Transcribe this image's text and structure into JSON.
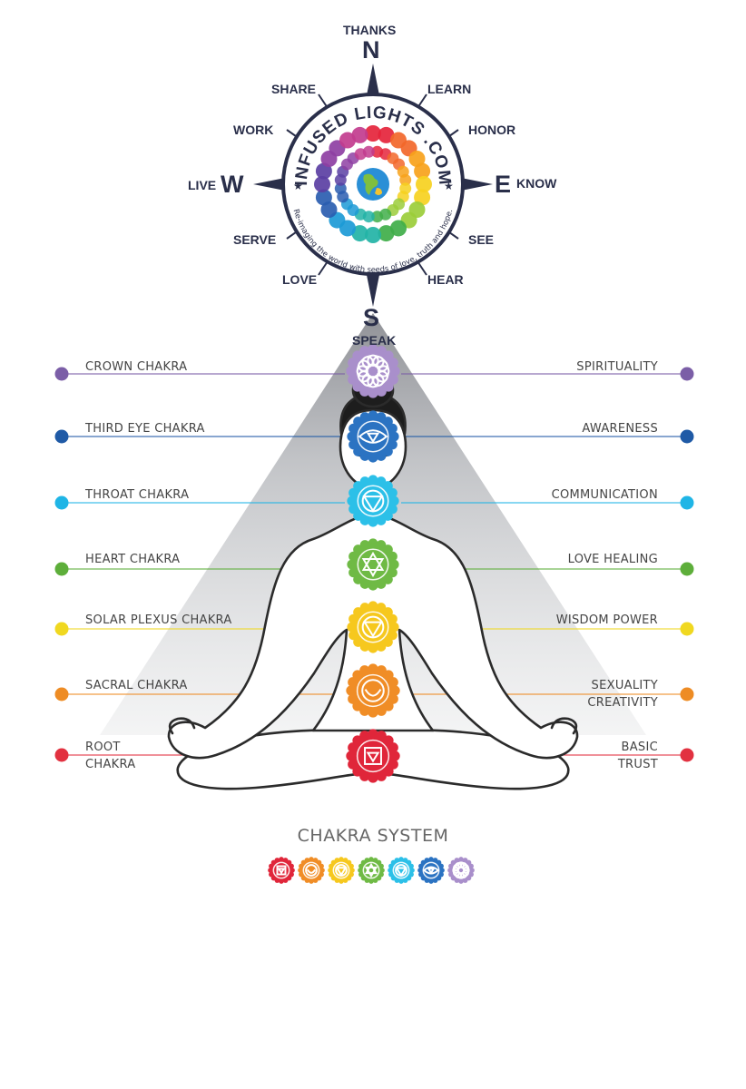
{
  "compass": {
    "directions": {
      "north": "N",
      "east": "E",
      "south": "S",
      "west": "W"
    },
    "words": {
      "thanks": "THANKS",
      "learn": "LEARN",
      "honor": "HONOR",
      "know": "KNOW",
      "see": "SEE",
      "hear": "HEAR",
      "speak": "SPEAK",
      "love": "LOVE",
      "serve": "SERVE",
      "live": "LIVE",
      "work": "WORK",
      "share": "SHARE"
    },
    "logo": {
      "brand": "INFUSED LIGHTS .COM",
      "tagline": "Re-imaging the world with seeds of love, truth and hope."
    },
    "colors": {
      "ink": "#2a2f4a"
    }
  },
  "chakras": [
    {
      "left_label": [
        "CROWN CHAKRA"
      ],
      "right_label": [
        "SPIRITUALITY"
      ],
      "color": "#7b5ea7",
      "fill": "#a98fcb",
      "icon": "lotus-icon"
    },
    {
      "left_label": [
        "THIRD EYE CHAKRA"
      ],
      "right_label": [
        "AWARENESS"
      ],
      "color": "#1f5aa6",
      "fill": "#2b73c2",
      "icon": "eye-icon"
    },
    {
      "left_label": [
        "THROAT CHAKRA"
      ],
      "right_label": [
        "COMMUNICATION"
      ],
      "color": "#1fb5e6",
      "fill": "#2cc0e8",
      "icon": "triangle-circle-icon"
    },
    {
      "left_label": [
        "HEART CHAKRA"
      ],
      "right_label": [
        "LOVE HEALING"
      ],
      "color": "#5dae3a",
      "fill": "#6fba45",
      "icon": "star-icon"
    },
    {
      "left_label": [
        "SOLAR PLEXUS CHAKRA"
      ],
      "right_label": [
        "WISDOM POWER"
      ],
      "color": "#f0d820",
      "fill": "#f6c81e",
      "icon": "triangle-icon"
    },
    {
      "left_label": [
        "SACRAL CHAKRA"
      ],
      "right_label": [
        "SEXUALITY",
        "CREATIVITY"
      ],
      "color": "#ee8c24",
      "fill": "#f08d26",
      "icon": "crescent-icon"
    },
    {
      "left_label": [
        "ROOT",
        "CHAKRA"
      ],
      "right_label": [
        "BASIC",
        "TRUST"
      ],
      "color": "#e23140",
      "fill": "#e0263a",
      "icon": "square-icon"
    }
  ],
  "system": {
    "title": "CHAKRA SYSTEM",
    "icon_order": [
      "#e0263a",
      "#f08d26",
      "#f6c81e",
      "#6fba45",
      "#2cc0e8",
      "#2b73c2",
      "#a98fcb"
    ]
  }
}
